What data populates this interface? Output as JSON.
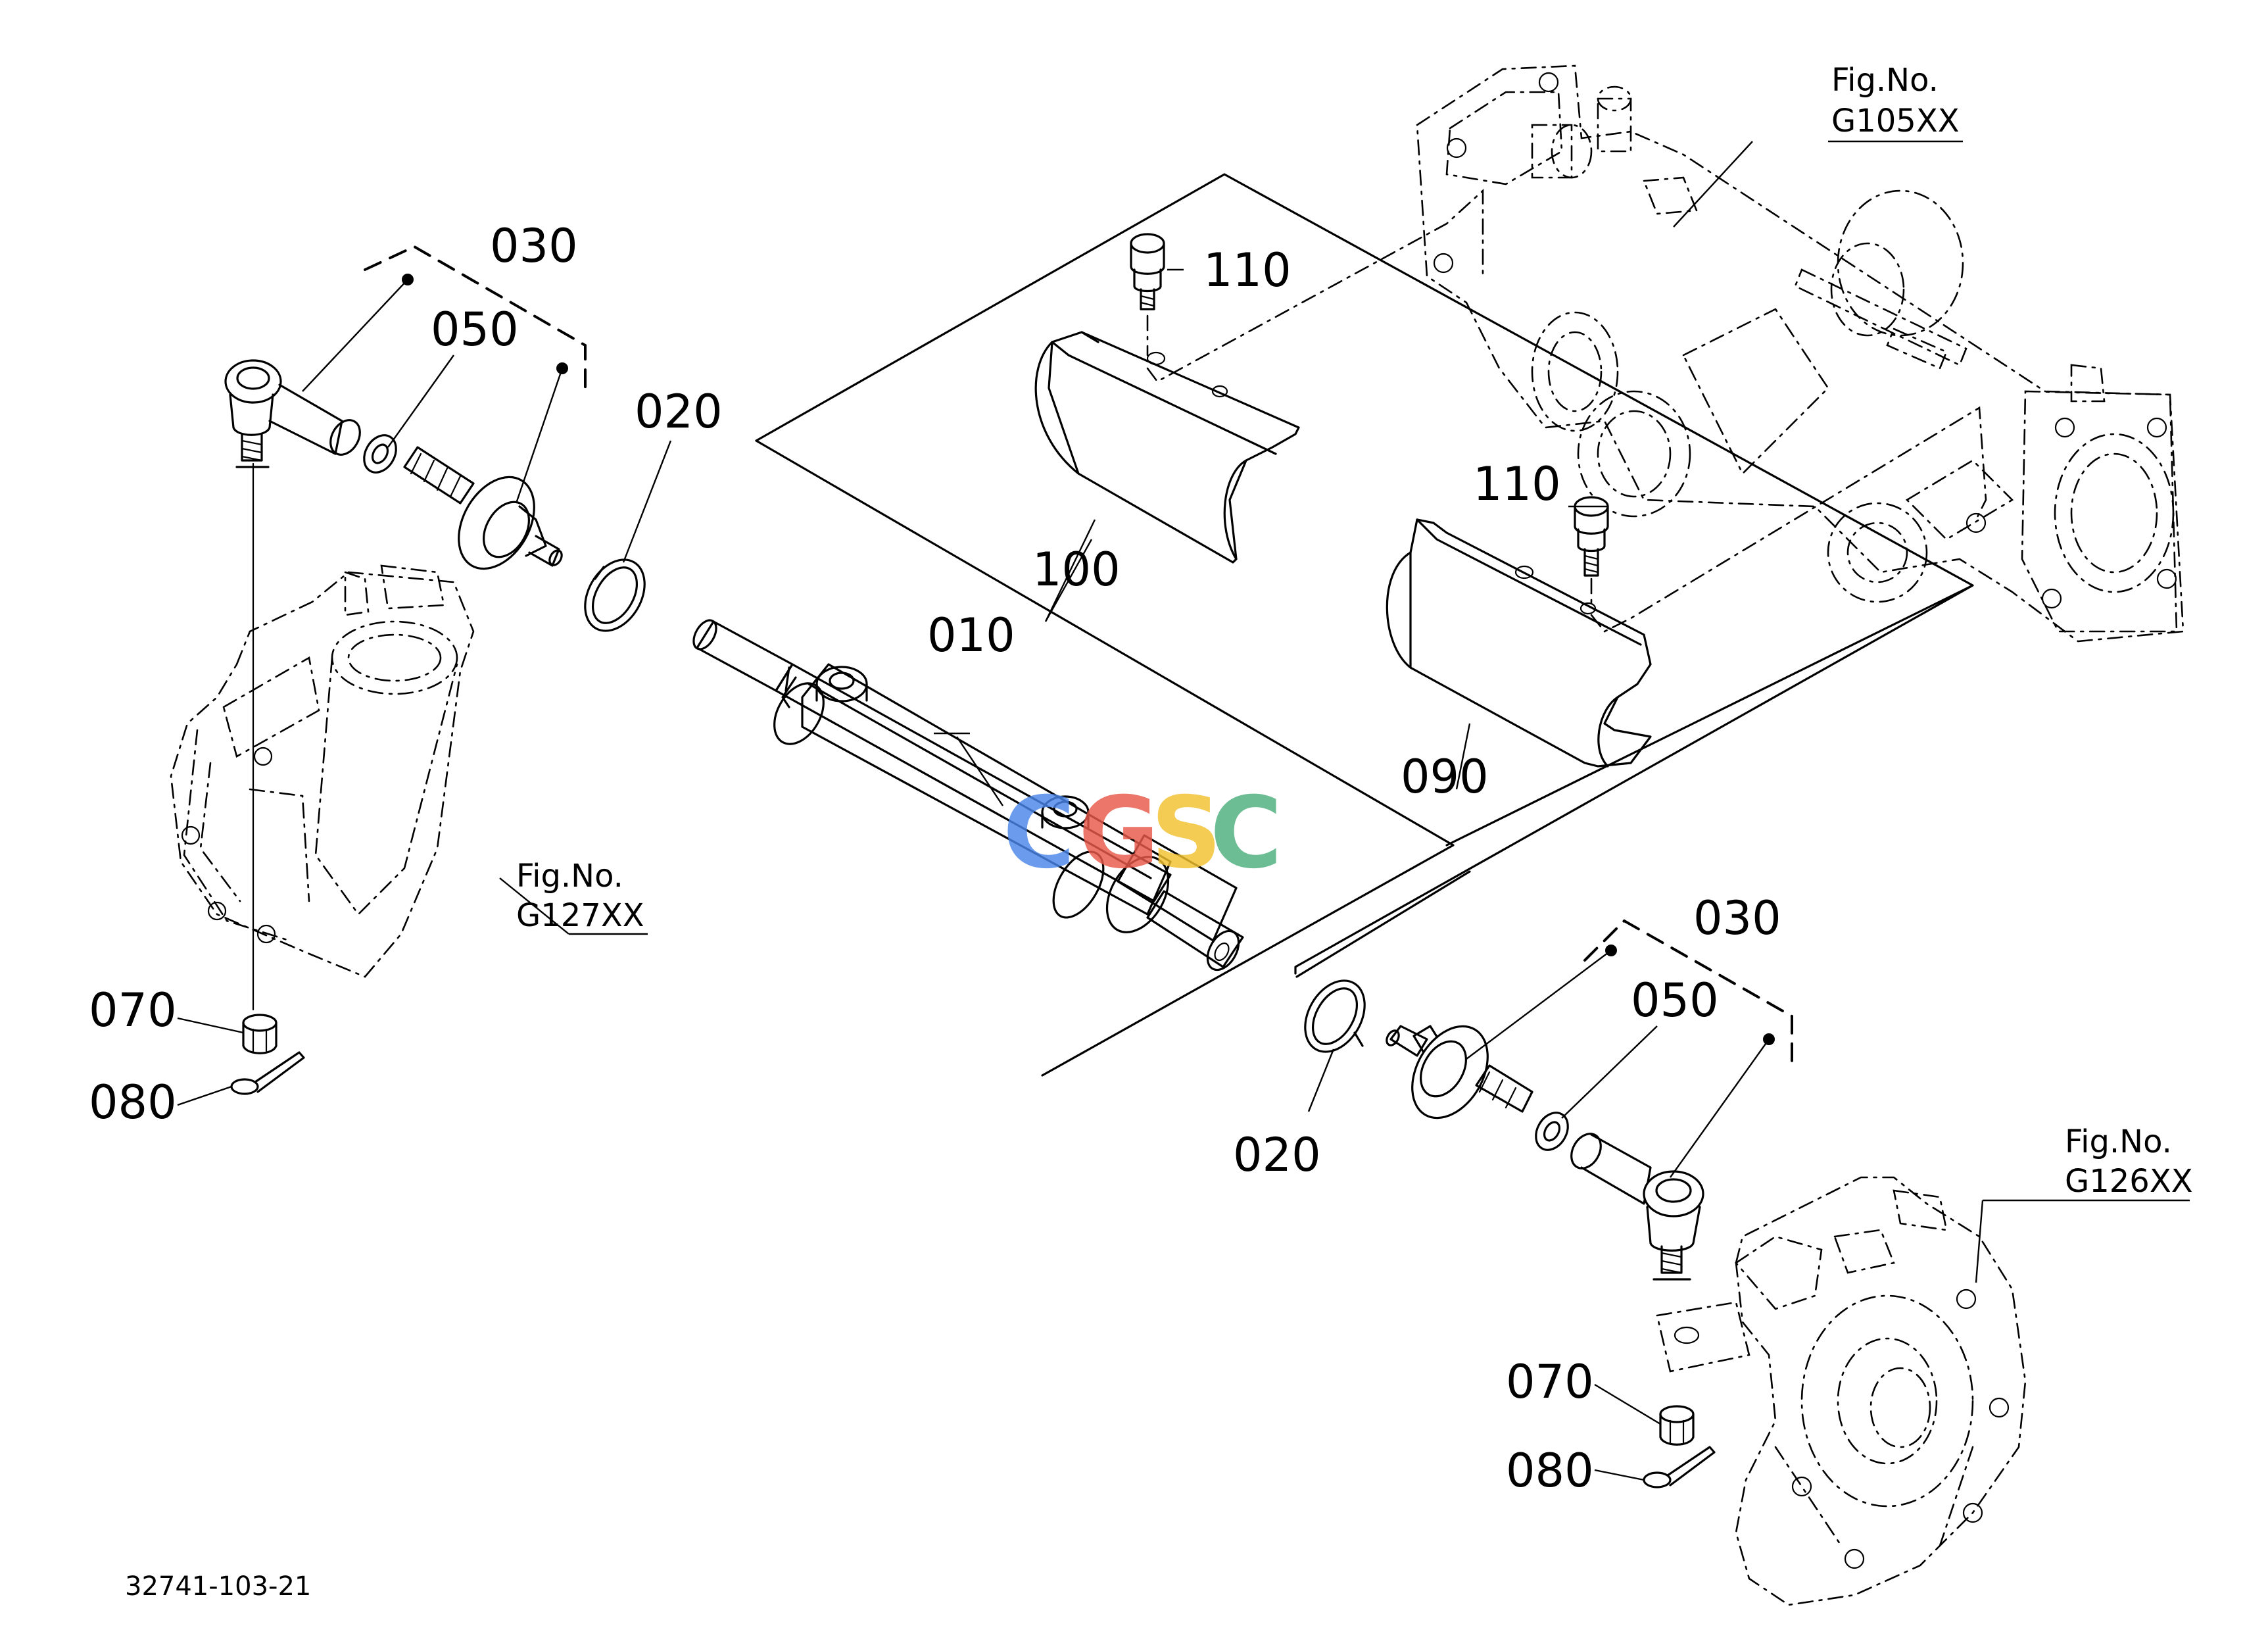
{
  "drawing_number": "32741-103-21",
  "watermark": {
    "letters": [
      "C",
      "G",
      "S",
      "C"
    ],
    "colors": [
      "#4a86e8",
      "#e8594a",
      "#f2c12e",
      "#4caf7d"
    ]
  },
  "figure_refs": [
    {
      "title": "Fig.No.",
      "code": "G105XX"
    },
    {
      "title": "Fig.No.",
      "code": "G127XX"
    },
    {
      "title": "Fig.No.",
      "code": "G126XX"
    }
  ],
  "part_labels": [
    {
      "id": "lbl-030-left",
      "text": "030"
    },
    {
      "id": "lbl-050-left",
      "text": "050"
    },
    {
      "id": "lbl-020-left",
      "text": "020"
    },
    {
      "id": "lbl-110-top",
      "text": "110"
    },
    {
      "id": "lbl-100",
      "text": "100"
    },
    {
      "id": "lbl-010",
      "text": "010"
    },
    {
      "id": "lbl-110-right",
      "text": "110"
    },
    {
      "id": "lbl-090",
      "text": "090"
    },
    {
      "id": "lbl-070-left",
      "text": "070"
    },
    {
      "id": "lbl-080-left",
      "text": "080"
    },
    {
      "id": "lbl-030-right",
      "text": "030"
    },
    {
      "id": "lbl-050-right",
      "text": "050"
    },
    {
      "id": "lbl-020-right",
      "text": "020"
    },
    {
      "id": "lbl-070-right",
      "text": "070"
    },
    {
      "id": "lbl-080-right",
      "text": "080"
    }
  ]
}
